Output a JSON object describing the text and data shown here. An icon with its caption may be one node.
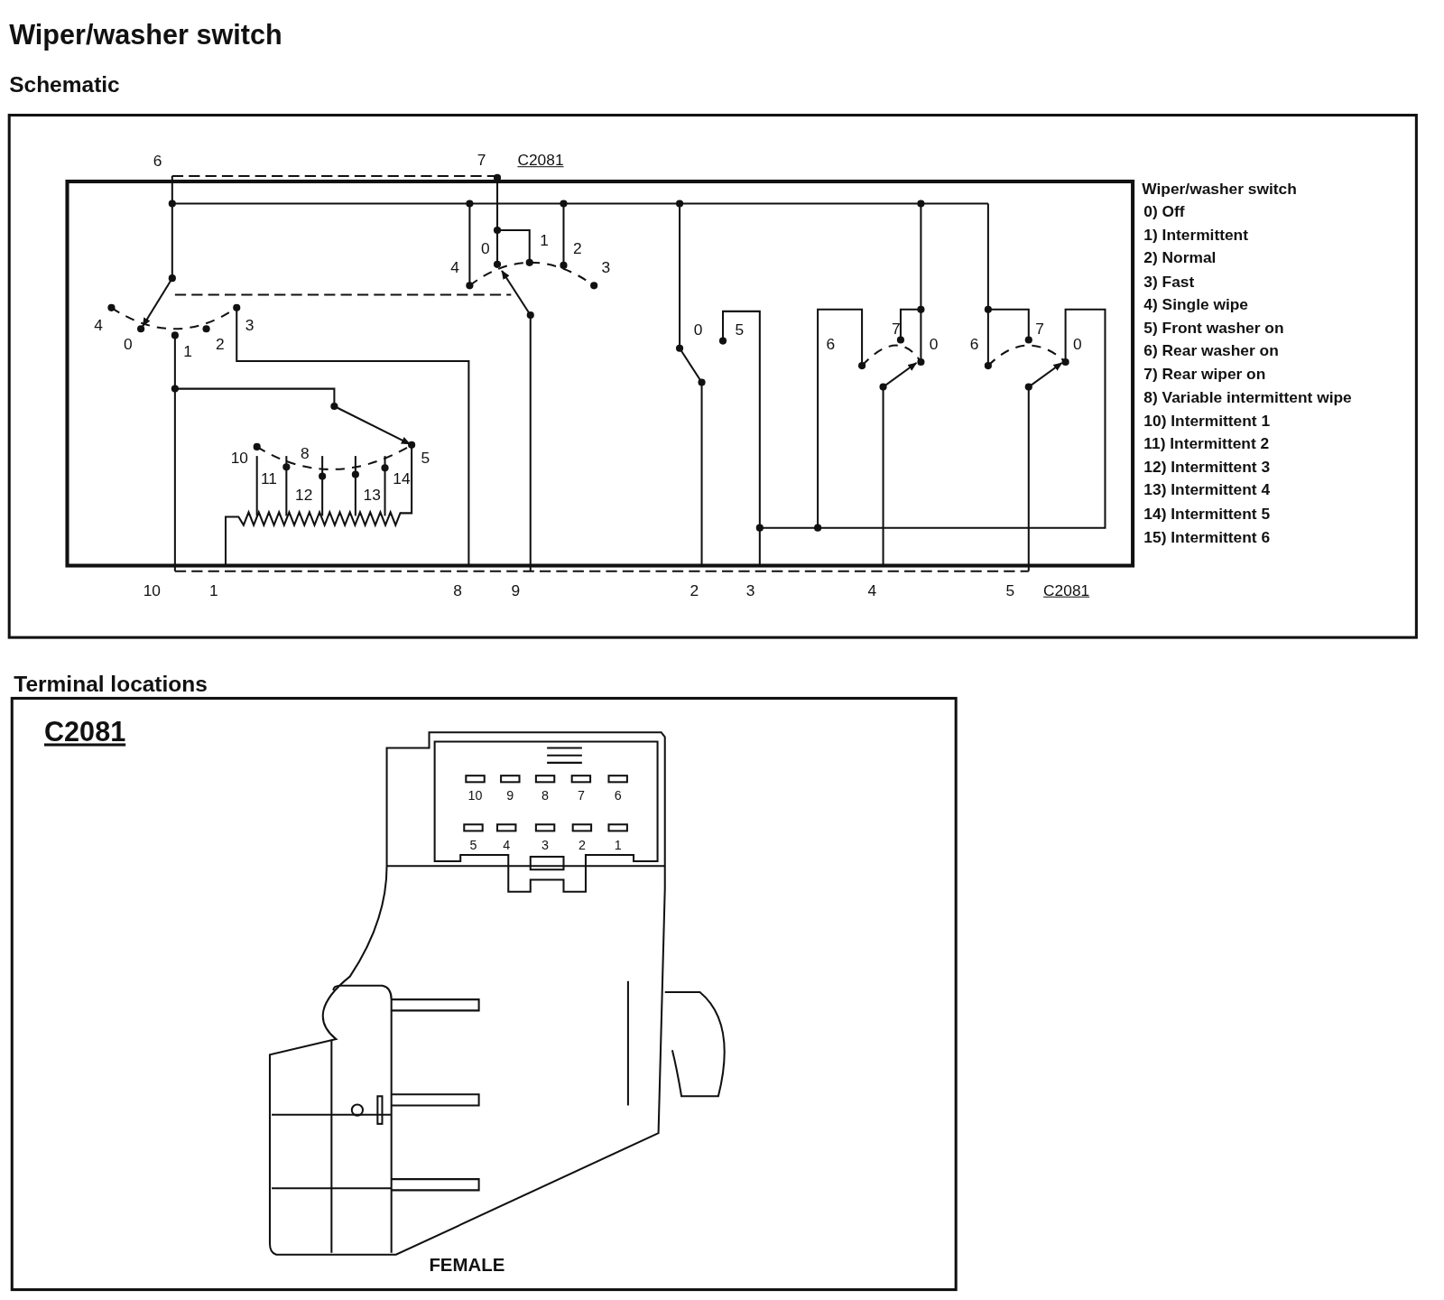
{
  "diagram": {
    "title": "Wiper/washer switch",
    "labels": [
      "Schematic",
      "6",
      "7",
      "C2081",
      "4",
      "0",
      "1",
      "2",
      "3",
      "4",
      "0",
      "1",
      "2",
      "3",
      "0",
      "5",
      "6",
      "7",
      "0",
      "6",
      "7",
      "0",
      "Wiper/washer switch",
      "0) Off",
      "1) Intermittent",
      "2) Normal",
      "3) Fast",
      "4) Single wipe",
      "5) Front washer on",
      "6) Rear washer on",
      "7) Rear wiper on",
      "8) Variable intermittent wipe",
      "10) Intermittent 1",
      "11) Intermittent 2",
      "12) Intermittent 3",
      "13) Intermittent 4",
      "14) Intermittent 5",
      "15) Intermittent 6",
      "10",
      "8",
      "5",
      "11",
      "12",
      "13",
      "14",
      "10",
      "1",
      "8",
      "9",
      "2",
      "3",
      "4",
      "5",
      "C2081",
      "Terminal locations",
      "C2081",
      "10",
      "9",
      "8",
      "7",
      "6",
      "5",
      "4",
      "3",
      "2",
      "1",
      "FEMALE"
    ]
  }
}
